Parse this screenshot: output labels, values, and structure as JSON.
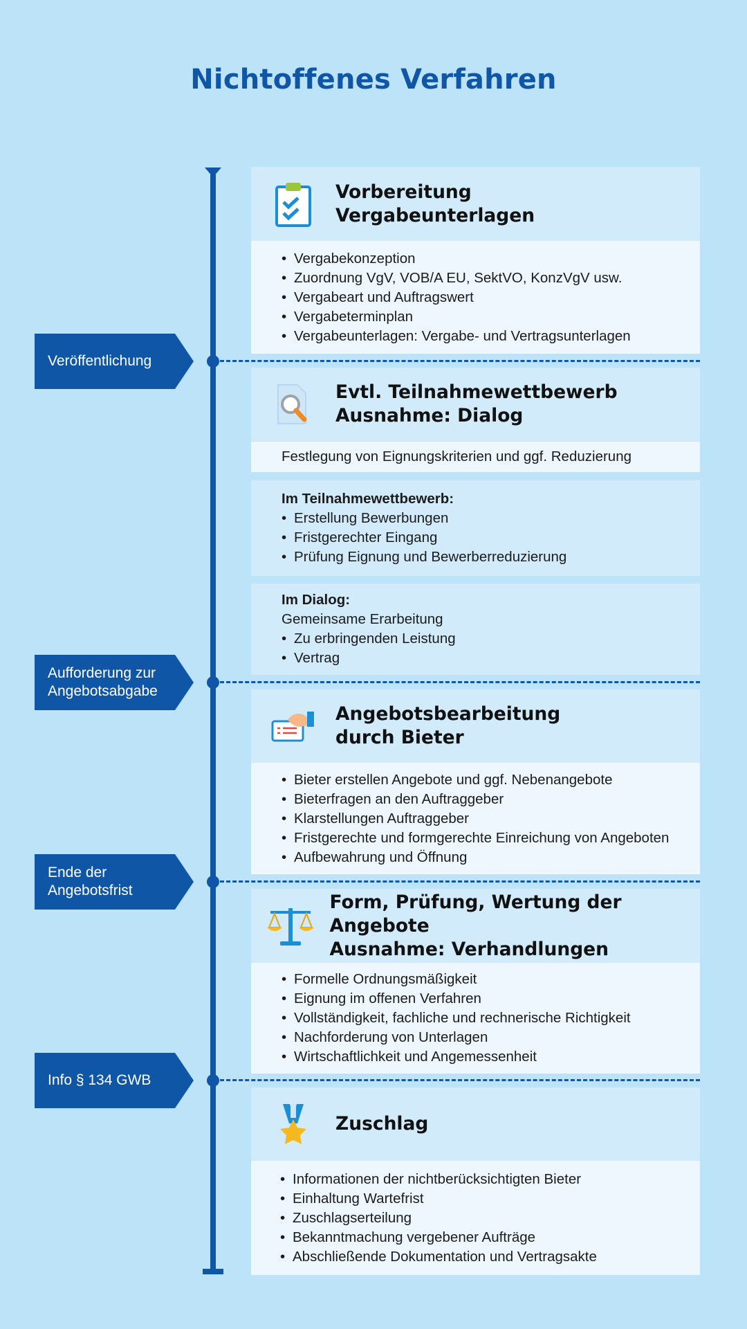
{
  "title": "Nichtoffenes Verfahren",
  "markers": [
    {
      "label": "Veröffentlichung"
    },
    {
      "label": "Aufforderung zur\nAngebotsabgabe"
    },
    {
      "label": "Ende der\nAngebotsfrist"
    },
    {
      "label": "Info § 134 GWB"
    }
  ],
  "steps": [
    {
      "icon": "clipboard-check-icon",
      "title": "Vorbereitung\nVergabeunterlagen",
      "items": [
        "Vergabekonzeption",
        "Zuordnung VgV, VOB/A EU, SektVO, KonzVgV usw.",
        "Vergabeart und Auftragswert",
        "Vergabeterminplan",
        "Vergabeunterlagen: Vergabe- und Vertragsunterlagen"
      ]
    },
    {
      "icon": "document-search-icon",
      "title": "Evtl. Teilnahmewettbewerb\nAusnahme: Dialog",
      "note": "Festlegung von Eignungskriterien und ggf. Reduzierung",
      "block1": {
        "heading": "Im Teilnahmewettbewerb:",
        "items": [
          "Erstellung Bewerbungen",
          "Fristgerechter Eingang",
          "Prüfung Eignung und Bewerberreduzierung"
        ]
      },
      "block2": {
        "heading": "Im Dialog:",
        "line": "Gemeinsame Erarbeitung",
        "items": [
          "Zu erbringenden Leistung",
          "Vertrag"
        ]
      }
    },
    {
      "icon": "hand-document-icon",
      "title": "Angebotsbearbeitung\ndurch Bieter",
      "items": [
        "Bieter erstellen Angebote und ggf. Nebenangebote",
        "Bieterfragen an den Auftraggeber",
        "Klarstellungen Auftraggeber",
        "Fristgerechte und formgerechte Einreichung von Angeboten",
        "Aufbewahrung und Öffnung"
      ]
    },
    {
      "icon": "scales-icon",
      "title": "Form, Prüfung, Wertung der Angebote\nAusnahme: Verhandlungen",
      "items": [
        "Formelle Ordnungsmäßigkeit",
        "Eignung im offenen Verfahren",
        "Vollständigkeit, fachliche und rechnerische Richtigkeit",
        "Nachforderung von Unterlagen",
        "Wirtschaftlichkeit und Angemessenheit"
      ]
    },
    {
      "icon": "medal-star-icon",
      "title": "Zuschlag",
      "items": [
        "Informationen der nichtberücksichtigten Bieter",
        "Einhaltung Wartefrist",
        "Zuschlagserteilung",
        "Bekanntmachung vergebener Aufträge",
        "Abschließende Dokumentation und Vertragsakte"
      ]
    }
  ]
}
